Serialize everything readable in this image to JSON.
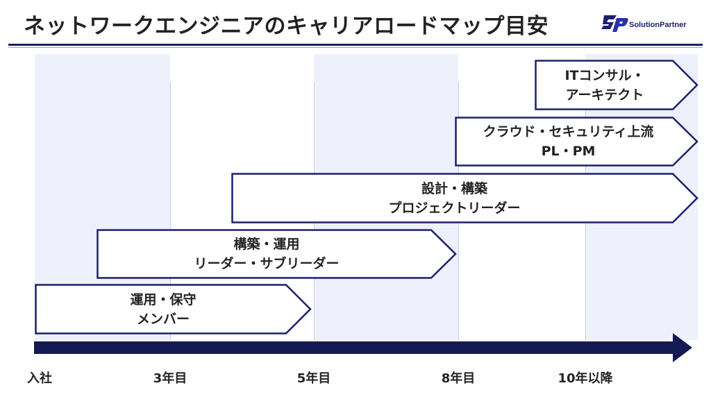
{
  "header": {
    "title": "ネットワークエンジニアのキャリアロードマップ目安",
    "logo_text": "SolutionPartner"
  },
  "colors": {
    "accent": "#1c1f6b",
    "band": "#eef0fb",
    "arrow_border": "#1c1f6b"
  },
  "timeline": {
    "ticks": [
      "入社",
      "3年目",
      "5年目",
      "8年目",
      "10年以降"
    ]
  },
  "roles": [
    {
      "line1": "運用・保守",
      "line2": "メンバー"
    },
    {
      "line1": "構築・運用",
      "line2": "リーダー・サブリーダー"
    },
    {
      "line1": "設計・構築",
      "line2": "プロジェクトリーダー"
    },
    {
      "line1": "クラウド・セキュリティ上流",
      "line2": "PL・PM"
    },
    {
      "line1": "ITコンサル・",
      "line2": "アーキテクト"
    }
  ]
}
